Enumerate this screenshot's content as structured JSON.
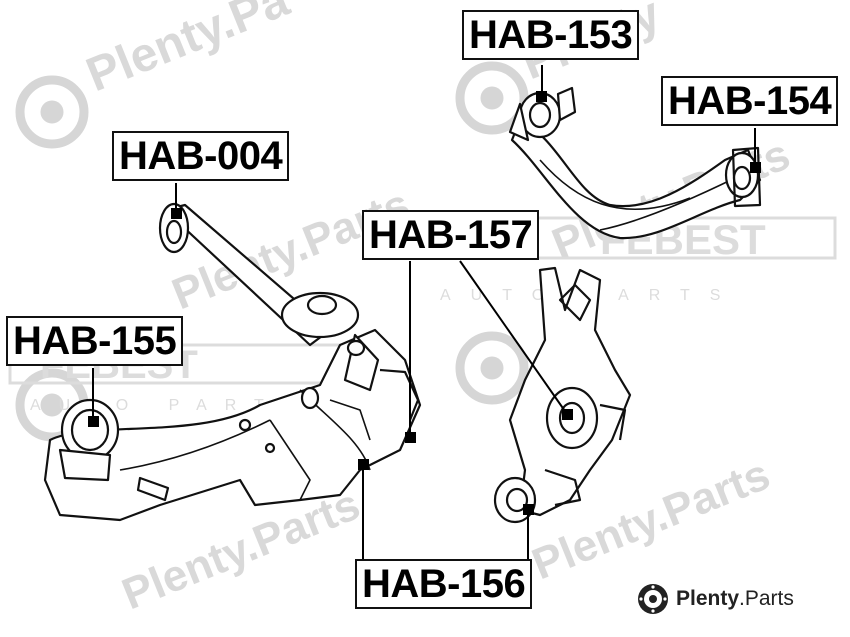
{
  "callouts": {
    "hab_153": "HAB-153",
    "hab_154": "HAB-154",
    "hab_004": "HAB-004",
    "hab_157": "HAB-157",
    "hab_155": "HAB-155",
    "hab_156": "HAB-156"
  },
  "branding": {
    "logo_text_bold": "Plenty",
    "logo_text_rest": ".Parts",
    "watermark": "Plenty.Parts",
    "febest_text": "FEBEST",
    "febest_sub": "AUTO PARTS"
  },
  "colors": {
    "ink": "#111111",
    "watermark": "#d4d4d4"
  }
}
